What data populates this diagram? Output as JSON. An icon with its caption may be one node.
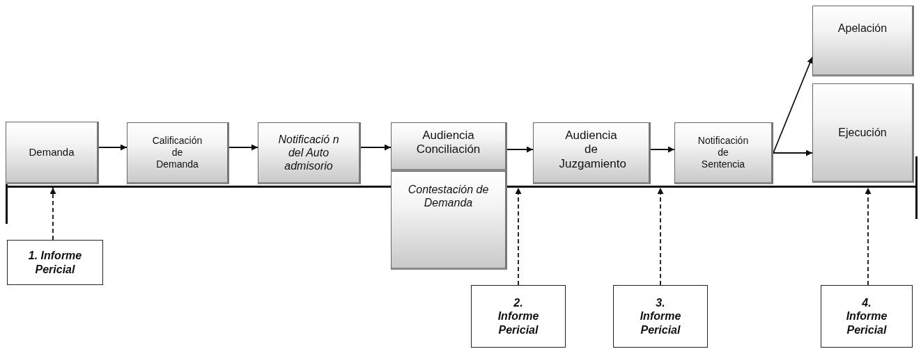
{
  "diagram": {
    "nodes": [
      {
        "text": [
          "Demanda"
        ]
      },
      {
        "text": [
          "Calificación de Demanda"
        ]
      },
      {
        "text": [
          "Notificació n del Auto admisorio"
        ]
      },
      {
        "text": [
          "Audiencia Conciliación"
        ]
      },
      {
        "text": [
          "Contestación de Demanda"
        ]
      },
      {
        "text": [
          "Audiencia de Juzgamiento"
        ]
      },
      {
        "text": [
          "Notificación de Sentencia"
        ]
      },
      {
        "text": [
          "Apelación"
        ]
      },
      {
        "text": [
          "Ejecución"
        ]
      },
      {
        "text": [
          "1. Informe Pericial"
        ]
      },
      {
        "text": [
          "2. Informe Pericial"
        ]
      },
      {
        "text": [
          "3. Informe Pericial"
        ]
      },
      {
        "text": [
          "4. Informe Pericial"
        ]
      },
      {
        "text": [],
        "shape": "bar"
      }
    ],
    "edges": [
      {
        "from": 0,
        "to": 1,
        "arrow": "to"
      },
      {
        "from": 1,
        "to": 2,
        "arrow": "to"
      },
      {
        "from": 2,
        "to": 3,
        "arrow": "to"
      },
      {
        "from": 3,
        "to": 5,
        "arrow": "to"
      },
      {
        "from": 5,
        "to": 6,
        "arrow": "to"
      },
      {
        "from": 6,
        "to": 7,
        "arrow": "to"
      },
      {
        "from": 6,
        "to": 8,
        "arrow": "to"
      },
      {
        "from": 9,
        "to": 13,
        "arrow": "to",
        "style": "dashed"
      },
      {
        "from": 10,
        "to": 13,
        "arrow": "to",
        "style": "dashed"
      },
      {
        "from": 11,
        "to": 13,
        "arrow": "to",
        "style": "dashed"
      },
      {
        "from": 12,
        "to": 13,
        "arrow": "to",
        "style": "dashed"
      }
    ]
  }
}
